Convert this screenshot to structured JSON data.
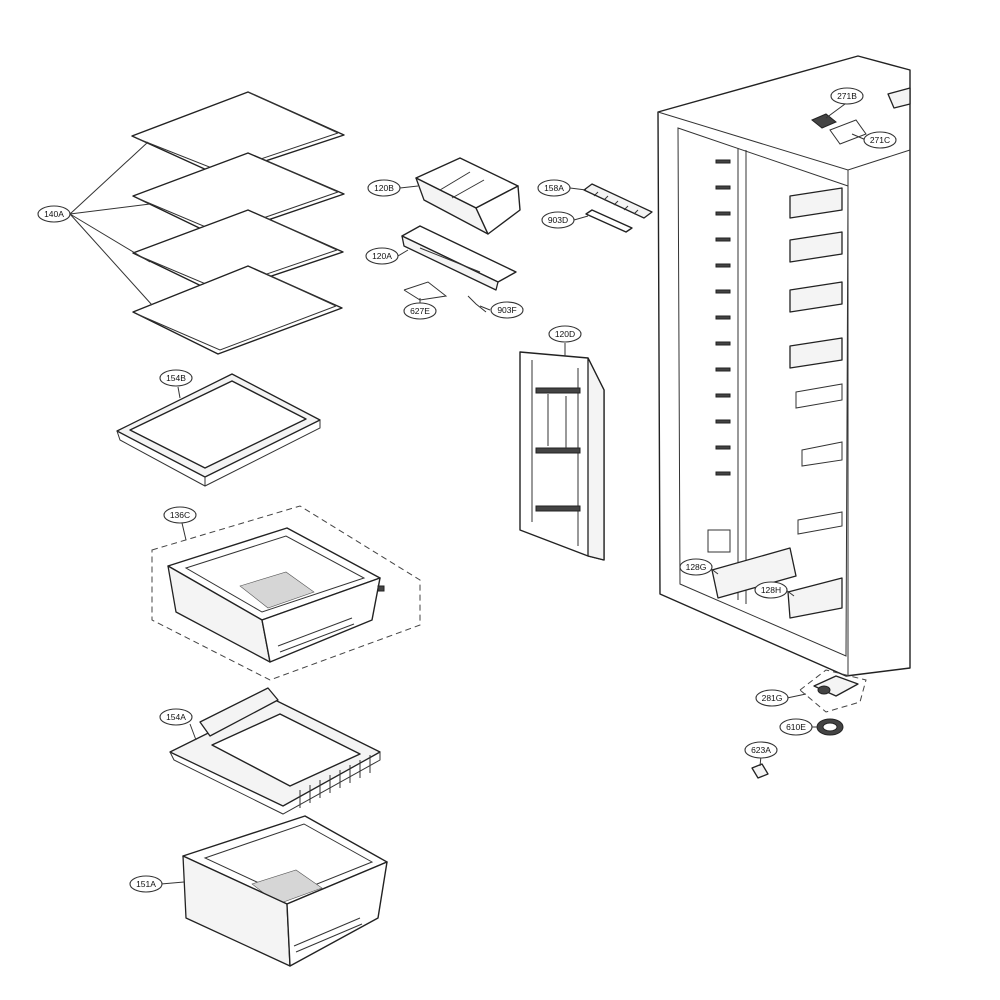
{
  "callouts": {
    "c140A": "140A",
    "c154B": "154B",
    "c136C": "136C",
    "c154A": "154A",
    "c151A": "151A",
    "c120B": "120B",
    "c120A": "120A",
    "c627E": "627E",
    "c903F": "903F",
    "c158A": "158A",
    "c903D": "903D",
    "c120D": "120D",
    "c271B": "271B",
    "c271C": "271C",
    "c128G": "128G",
    "c128H": "128H",
    "c281G": "281G",
    "c610E": "610E",
    "c623A": "623A"
  }
}
